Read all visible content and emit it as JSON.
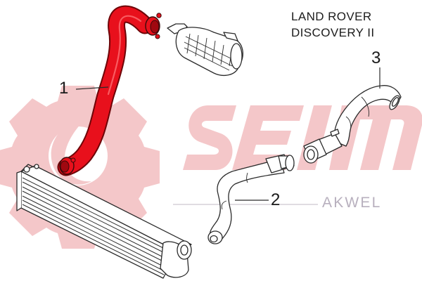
{
  "vehicle": {
    "line1": "LAND ROVER",
    "line2": "DISCOVERY II"
  },
  "callouts": [
    "1",
    "2",
    "3"
  ],
  "watermark": {
    "brand": "SEIM",
    "partner": "AKWEL"
  },
  "colors": {
    "highlighted_hose": "#e8101c",
    "watermark": "#f4c7c9",
    "partner_text": "#b8b0be",
    "line_art": "#2a2a2a"
  }
}
